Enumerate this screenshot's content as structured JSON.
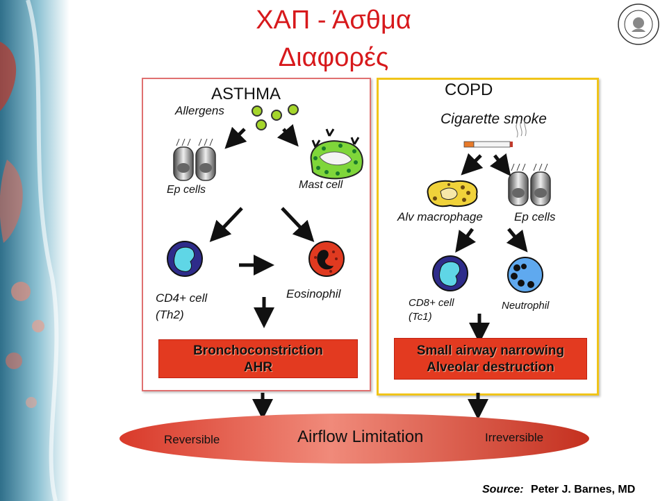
{
  "title": {
    "line1": "ΧΑΠ - Άσθμα",
    "line2": "Διαφορές"
  },
  "asthma": {
    "heading": "ASTHMA",
    "allergens": "Allergens",
    "ep_cells": "Ep cells",
    "mast_cell": "Mast cell",
    "cd4_line1": "CD4+ cell",
    "cd4_line2": "(Th2)",
    "eosinophil": "Eosinophil",
    "effect_line1": "Bronchoconstriction",
    "effect_line2": "AHR"
  },
  "copd": {
    "heading": "COPD",
    "smoke": "Cigarette smoke",
    "alv_macrophage": "Alv macrophage",
    "ep_cells": "Ep cells",
    "cd8_line1": "CD8+ cell",
    "cd8_line2": "(Tc1)",
    "neutrophil": "Neutrophil",
    "effect_line1": "Small airway narrowing",
    "effect_line2": "Alveolar destruction"
  },
  "outcome": {
    "reversible": "Reversible",
    "center": "Airflow Limitation",
    "irreversible": "Irreversible"
  },
  "source": {
    "label": "Source:",
    "author": "Peter J. Barnes, MD"
  },
  "colors": {
    "title_red": "#d7191c",
    "asthma_border": "#e07070",
    "copd_border": "#f0c419",
    "effect_box": "#e33a20",
    "oval": "#e04a3a"
  },
  "icons": [
    "university-seal-icon",
    "allergen-particle-icon",
    "epithelial-cell-icon",
    "mast-cell-icon",
    "lymphocyte-icon",
    "eosinophil-icon",
    "cigarette-icon",
    "macrophage-icon",
    "neutrophil-icon",
    "arrow-icon"
  ]
}
